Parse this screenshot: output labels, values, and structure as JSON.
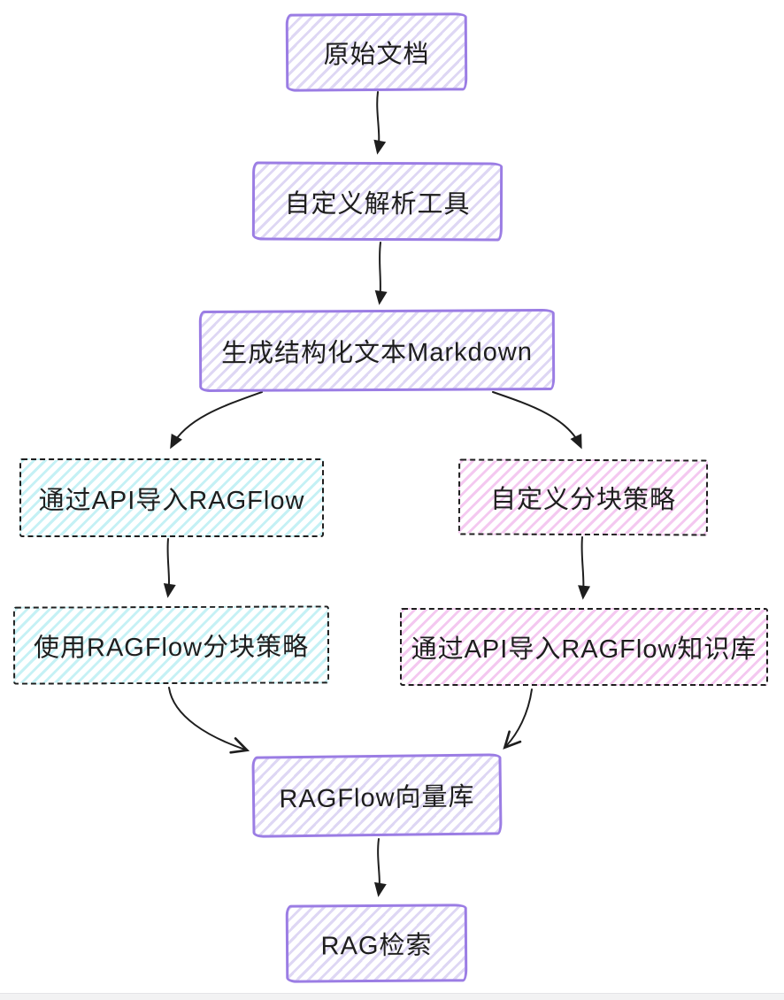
{
  "diagram": {
    "type": "flowchart",
    "nodes": [
      {
        "id": "original-document",
        "label": "原始文档",
        "style": "purple-solid"
      },
      {
        "id": "custom-parser",
        "label": "自定义解析工具",
        "style": "purple-solid"
      },
      {
        "id": "markdown-output",
        "label": "生成结构化文本Markdown",
        "style": "purple-solid"
      },
      {
        "id": "api-import-ragflow",
        "label": "通过API导入RAGFlow",
        "style": "cyan-dashed"
      },
      {
        "id": "custom-chunking",
        "label": "自定义分块策略",
        "style": "pink-dashed"
      },
      {
        "id": "ragflow-chunking",
        "label": "使用RAGFlow分块策略",
        "style": "cyan-dashed"
      },
      {
        "id": "api-import-kb",
        "label": "通过API导入RAGFlow知识库",
        "style": "pink-dashed"
      },
      {
        "id": "vector-store",
        "label": "RAGFlow向量库",
        "style": "purple-solid"
      },
      {
        "id": "rag-retrieval",
        "label": "RAG检索",
        "style": "purple-solid"
      }
    ],
    "edges": [
      {
        "from": "original-document",
        "to": "custom-parser",
        "arrowhead": "solid-triangle"
      },
      {
        "from": "custom-parser",
        "to": "markdown-output",
        "arrowhead": "solid-triangle"
      },
      {
        "from": "markdown-output",
        "to": "api-import-ragflow",
        "arrowhead": "solid-triangle"
      },
      {
        "from": "markdown-output",
        "to": "custom-chunking",
        "arrowhead": "solid-triangle"
      },
      {
        "from": "api-import-ragflow",
        "to": "ragflow-chunking",
        "arrowhead": "solid-triangle"
      },
      {
        "from": "custom-chunking",
        "to": "api-import-kb",
        "arrowhead": "solid-triangle"
      },
      {
        "from": "ragflow-chunking",
        "to": "vector-store",
        "arrowhead": "open-v"
      },
      {
        "from": "api-import-kb",
        "to": "vector-store",
        "arrowhead": "open-v"
      },
      {
        "from": "vector-store",
        "to": "rag-retrieval",
        "arrowhead": "solid-triangle"
      }
    ],
    "colors": {
      "purple_stroke": "#9b7de4",
      "lavender_fill": "#ded7f4",
      "cyan_fill": "#c5f1f5",
      "pink_fill": "#f4c8f0",
      "dashed_stroke": "#1e1e1e",
      "text": "#1e1e1e",
      "canvas_bg": "#ffffff",
      "page_edge": "#f2f2f3"
    }
  }
}
